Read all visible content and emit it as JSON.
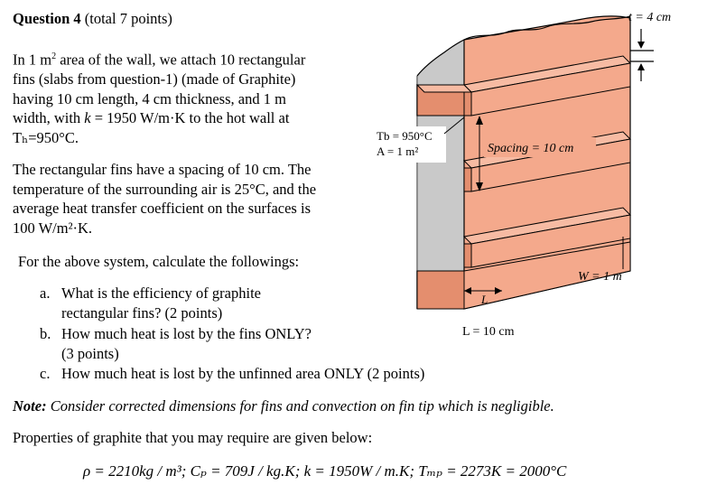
{
  "question": {
    "label": "Question 4",
    "points": "(total 7 points)"
  },
  "intro": {
    "line1_pre": "In 1 m",
    "line1_sup": "2",
    "line1_post": " area of the wall, we attach 10 rectangular",
    "line2": "fins (slabs from question-1) (made of Graphite)",
    "line3": "having 10 cm length, 4 cm thickness, and 1 m",
    "line4_pre": "width, with ",
    "line4_k": "k",
    "line4_post": " = 1950 W/m·K to the hot wall at",
    "line5": "Tₕ=950°C."
  },
  "para2": {
    "line1": "The rectangular fins have a spacing of 10 cm. The",
    "line2": "temperature of the surrounding air is 25°C, and the",
    "line3": "average heat transfer coefficient on the surfaces is",
    "line4": "100 W/m²·K."
  },
  "for_text": "For the above system, calculate the followings:",
  "items": [
    {
      "marker": "a.",
      "line1": "What is the efficiency of graphite",
      "line2": "rectangular fins? (2 points)"
    },
    {
      "marker": "b.",
      "line1": "How much heat is lost by the fins ONLY?",
      "line2": "(3 points)"
    },
    {
      "marker": "c.",
      "line1": "How much heat is lost by the unfinned area ONLY (2 points)",
      "line2": ""
    }
  ],
  "note": {
    "label": "Note:",
    "text": " Consider corrected dimensions for fins and convection on fin tip which is negligible."
  },
  "properties_text": "Properties of graphite that you may require are given below:",
  "formula": "ρ = 2210kg / m³; Cₚ = 709J / kg.K; k = 1950W / m.K; Tₘₚ = 2273K = 2000°C",
  "figure": {
    "t_label": "t = 4 cm",
    "tb_label": "Tb = 950°C",
    "area_label": "A = 1 m²",
    "spacing_label": "Spacing = 10 cm",
    "w_label": "W = 1 m",
    "l_small": "L",
    "l_label": "L = 10 cm",
    "colors": {
      "fin": "#f4a98c",
      "wall": "#c9c9c9",
      "wall_dark": "#8e8e8e",
      "outline": "#000000"
    }
  }
}
